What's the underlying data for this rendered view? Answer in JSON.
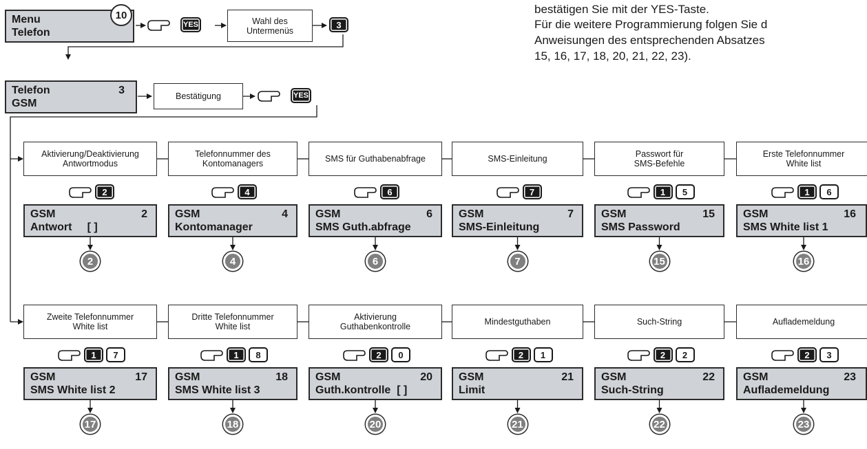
{
  "instructions": [
    "bestätigen Sie mit der YES-Taste.",
    "Für die weitere Programmierung folgen Sie d",
    "Anweisungen des entsprechenden Absatzes",
    "15, 16, 17, 18, 20, 21, 22, 23)."
  ],
  "top_flow": {
    "menu_display": {
      "line1": "Menu",
      "line2": "Telefon",
      "step": "10"
    },
    "yes_key": "YES",
    "choose_submenu": [
      "Wahl des",
      "Untermenüs"
    ],
    "key_3": "3",
    "telefon_display": {
      "line1": "Telefon",
      "number": "3",
      "line2": "GSM"
    },
    "confirm_box": "Bestätigung",
    "yes_key_2": "YES"
  },
  "rows": [
    [
      {
        "desc": [
          "Aktivierung/Deaktivierung",
          "Antwortmodus"
        ],
        "keys": [
          "2"
        ],
        "lcd_title": "GSM",
        "lcd_num": "2",
        "lcd_text": "Antwort     [ ]",
        "circle": "2"
      },
      {
        "desc": [
          "Telefonnummer des",
          "Kontomanagers"
        ],
        "keys": [
          "4"
        ],
        "lcd_title": "GSM",
        "lcd_num": "4",
        "lcd_text": "Kontomanager",
        "circle": "4"
      },
      {
        "desc": [
          "SMS für Guthabenabfrage"
        ],
        "keys": [
          "6"
        ],
        "lcd_title": "GSM",
        "lcd_num": "6",
        "lcd_text": "SMS Guth.abfrage",
        "circle": "6"
      },
      {
        "desc": [
          "SMS-Einleitung"
        ],
        "keys": [
          "7"
        ],
        "lcd_title": "GSM",
        "lcd_num": "7",
        "lcd_text": "SMS-Einleitung",
        "circle": "7"
      },
      {
        "desc": [
          "Passwort für",
          "SMS-Befehle"
        ],
        "keys": [
          "1",
          "5"
        ],
        "lcd_title": "GSM",
        "lcd_num": "15",
        "lcd_text": "SMS Password",
        "circle": "15"
      },
      {
        "desc": [
          "Erste Telefonnummer",
          "White list"
        ],
        "keys": [
          "1",
          "6"
        ],
        "lcd_title": "GSM",
        "lcd_num": "16",
        "lcd_text": "SMS White list 1",
        "circle": "16"
      }
    ],
    [
      {
        "desc": [
          "Zweite Telefonnummer",
          "White list"
        ],
        "keys": [
          "1",
          "7"
        ],
        "lcd_title": "GSM",
        "lcd_num": "17",
        "lcd_text": "SMS White list 2",
        "circle": "17"
      },
      {
        "desc": [
          "Dritte Telefonnummer",
          "White list"
        ],
        "keys": [
          "1",
          "8"
        ],
        "lcd_title": "GSM",
        "lcd_num": "18",
        "lcd_text": "SMS White list 3",
        "circle": "18"
      },
      {
        "desc": [
          "Aktivierung",
          "Guthabenkontrolle"
        ],
        "keys": [
          "2",
          "0"
        ],
        "lcd_title": "GSM",
        "lcd_num": "20",
        "lcd_text": "Guth.kontrolle  [ ]",
        "circle": "20"
      },
      {
        "desc": [
          "Mindestguthaben"
        ],
        "keys": [
          "2",
          "1"
        ],
        "lcd_title": "GSM",
        "lcd_num": "21",
        "lcd_text": "Limit",
        "circle": "21"
      },
      {
        "desc": [
          "Such-String"
        ],
        "keys": [
          "2",
          "2"
        ],
        "lcd_title": "GSM",
        "lcd_num": "22",
        "lcd_text": "Such-String",
        "circle": "22"
      },
      {
        "desc": [
          "Auflademeldung"
        ],
        "keys": [
          "2",
          "3"
        ],
        "lcd_title": "GSM",
        "lcd_num": "23",
        "lcd_text": "Auflademeldung",
        "circle": "23"
      }
    ]
  ]
}
